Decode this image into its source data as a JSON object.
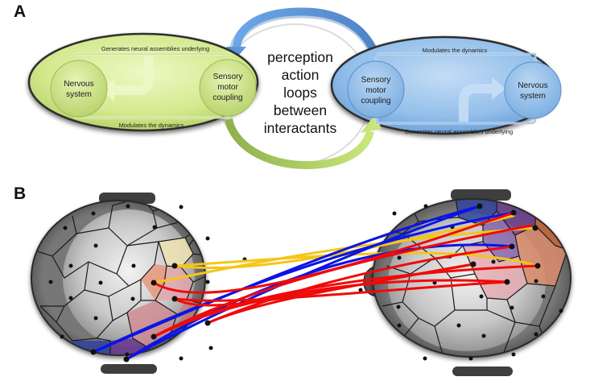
{
  "panels": {
    "a": {
      "label": "A",
      "center_text": [
        "perception",
        "action",
        "loops",
        "between",
        "interactants"
      ],
      "left_loop": {
        "color": "#cfe58a",
        "top_label": "Generates neural assemblies underlying",
        "bottom_label": "Modulates the dynamics",
        "left_node": [
          "Nervous",
          "system"
        ],
        "right_node": [
          "Sensory",
          "motor",
          "coupling"
        ]
      },
      "right_loop": {
        "color": "#8dbbe8",
        "top_label": "Modulates the dynamics",
        "bottom_label": "Generates neural assemblies underlying",
        "left_node": [
          "Sensory",
          "motor",
          "coupling"
        ],
        "right_node": [
          "Nervous",
          "system"
        ]
      },
      "arrow_colors": {
        "top": "#5b93d6",
        "bottom": "#a8cc5c"
      }
    },
    "b": {
      "label": "B",
      "link_colors": {
        "yellow": "#f5c518",
        "blue": "#0a14e6",
        "red": "#f00a0a"
      },
      "region_colors": {
        "pale_yellow": "#efe3b0",
        "salmon": "#e8967a",
        "pink": "#e5a3a8",
        "rose": "#c97c80",
        "blue": "#34459c",
        "purple": "#6a3c8e",
        "orange": "#c4673e"
      }
    }
  }
}
